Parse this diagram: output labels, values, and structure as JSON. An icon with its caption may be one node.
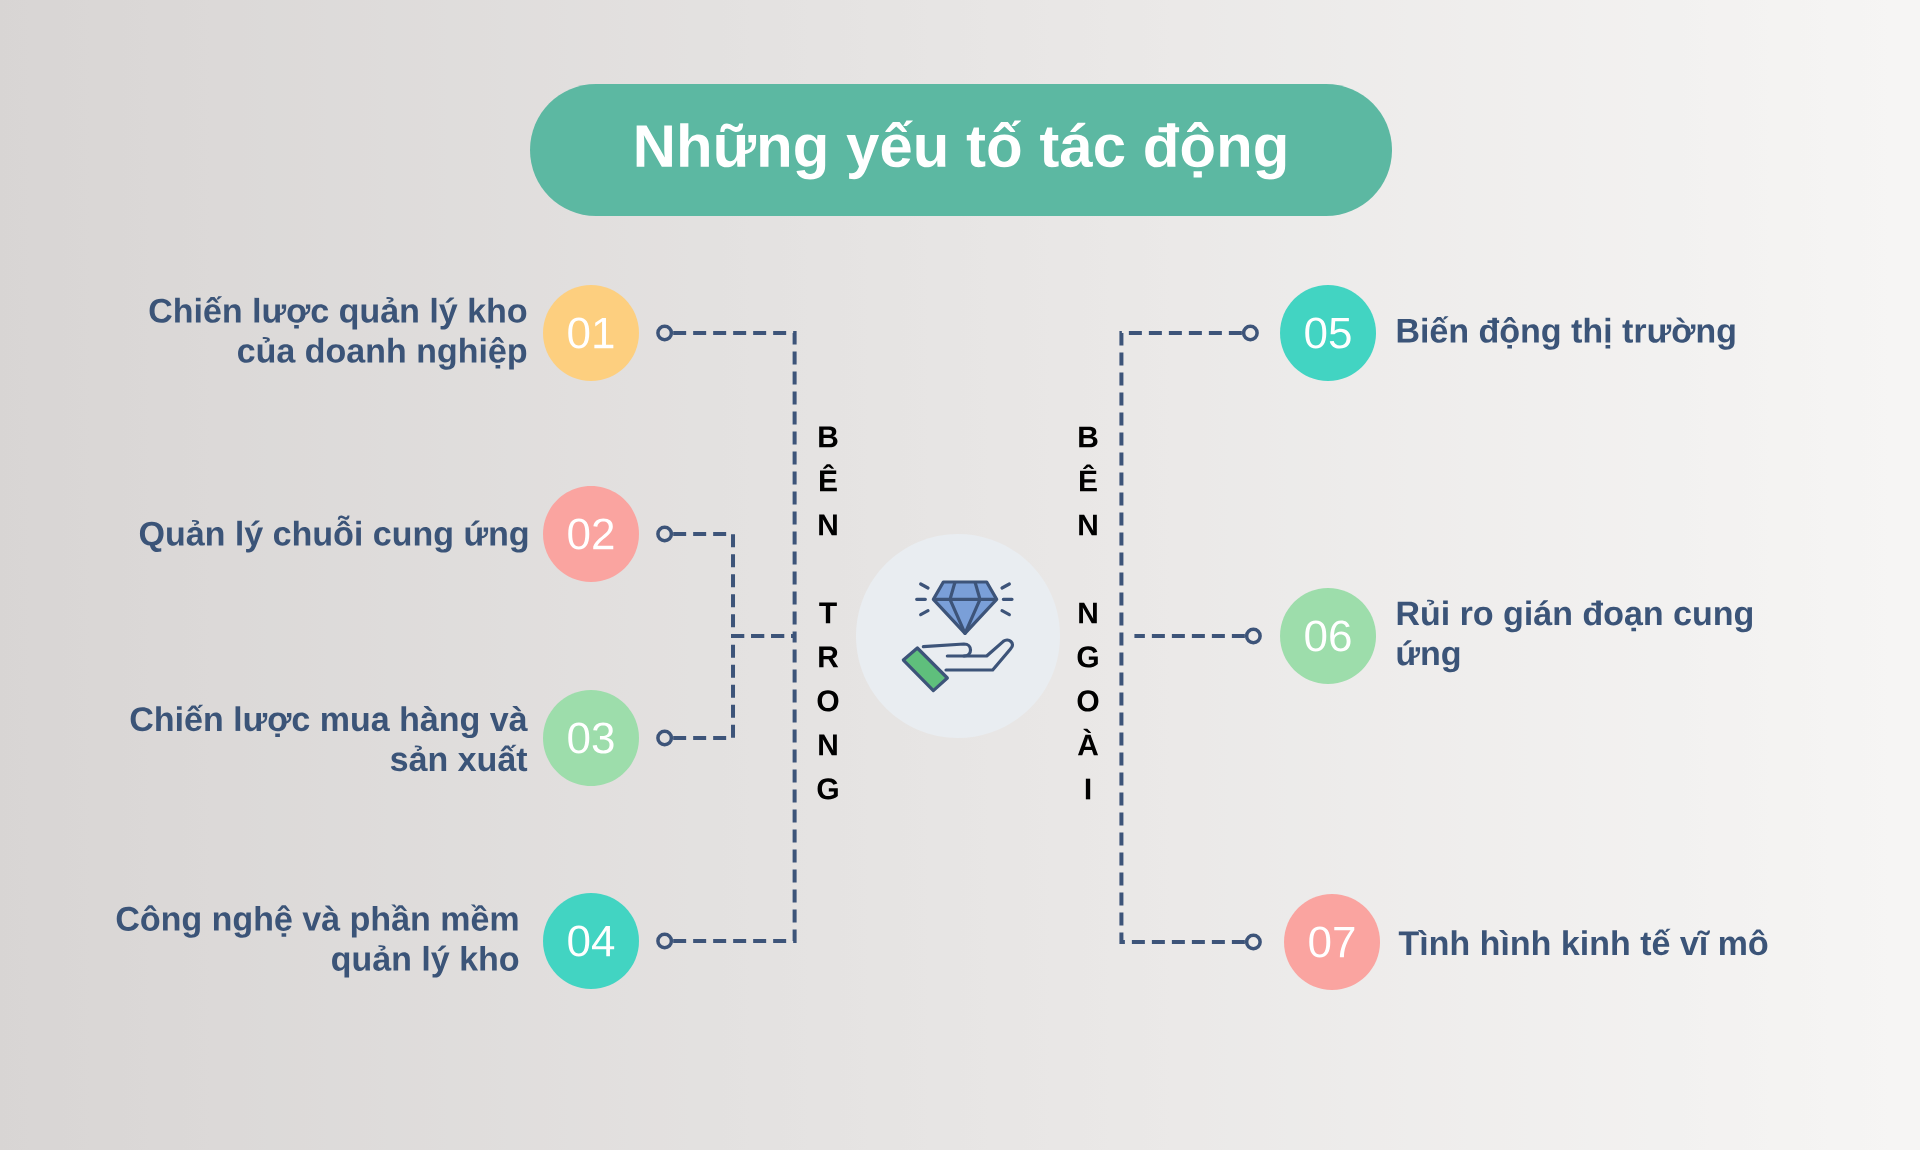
{
  "diagram": {
    "title": "Những yếu tố tác động",
    "nodes": [
      {
        "text": [
          "01"
        ],
        "beside": [
          "Chiến lược quản lý kho của doanh nghiệp"
        ]
      },
      {
        "text": [
          "02"
        ],
        "beside": [
          "Quản lý chuỗi cung ứng"
        ]
      },
      {
        "text": [
          "03"
        ],
        "beside": [
          "Chiến lược mua hàng và sản xuất"
        ]
      },
      {
        "text": [
          "04"
        ],
        "beside": [
          "Công nghệ và phần mềm quản lý kho"
        ]
      },
      {
        "text": [
          "BÊN TRONG"
        ]
      },
      {
        "text": [],
        "shape": "circle"
      },
      {
        "text": [
          "BÊN NGOÀI"
        ]
      },
      {
        "text": [
          "05"
        ],
        "beside": [
          "Biến động thị trường"
        ]
      },
      {
        "text": [
          "06"
        ],
        "beside": [
          "Rủi ro gián đoạn cung ứng"
        ]
      },
      {
        "text": [
          "07"
        ],
        "beside": [
          "Tình hình kinh tế vĩ mô"
        ]
      }
    ],
    "edges": [
      {
        "from": 0,
        "to": 4,
        "arrow": "other",
        "style": "dashed"
      },
      {
        "from": 1,
        "to": 4,
        "arrow": "other",
        "style": "dashed"
      },
      {
        "from": 2,
        "to": 4,
        "arrow": "other",
        "style": "dashed"
      },
      {
        "from": 3,
        "to": 4,
        "arrow": "other",
        "style": "dashed"
      },
      {
        "from": 7,
        "to": 6,
        "arrow": "other",
        "style": "dashed"
      },
      {
        "from": 8,
        "to": 6,
        "arrow": "other",
        "style": "dashed"
      },
      {
        "from": 9,
        "to": 6,
        "arrow": "other",
        "style": "dashed"
      }
    ]
  }
}
